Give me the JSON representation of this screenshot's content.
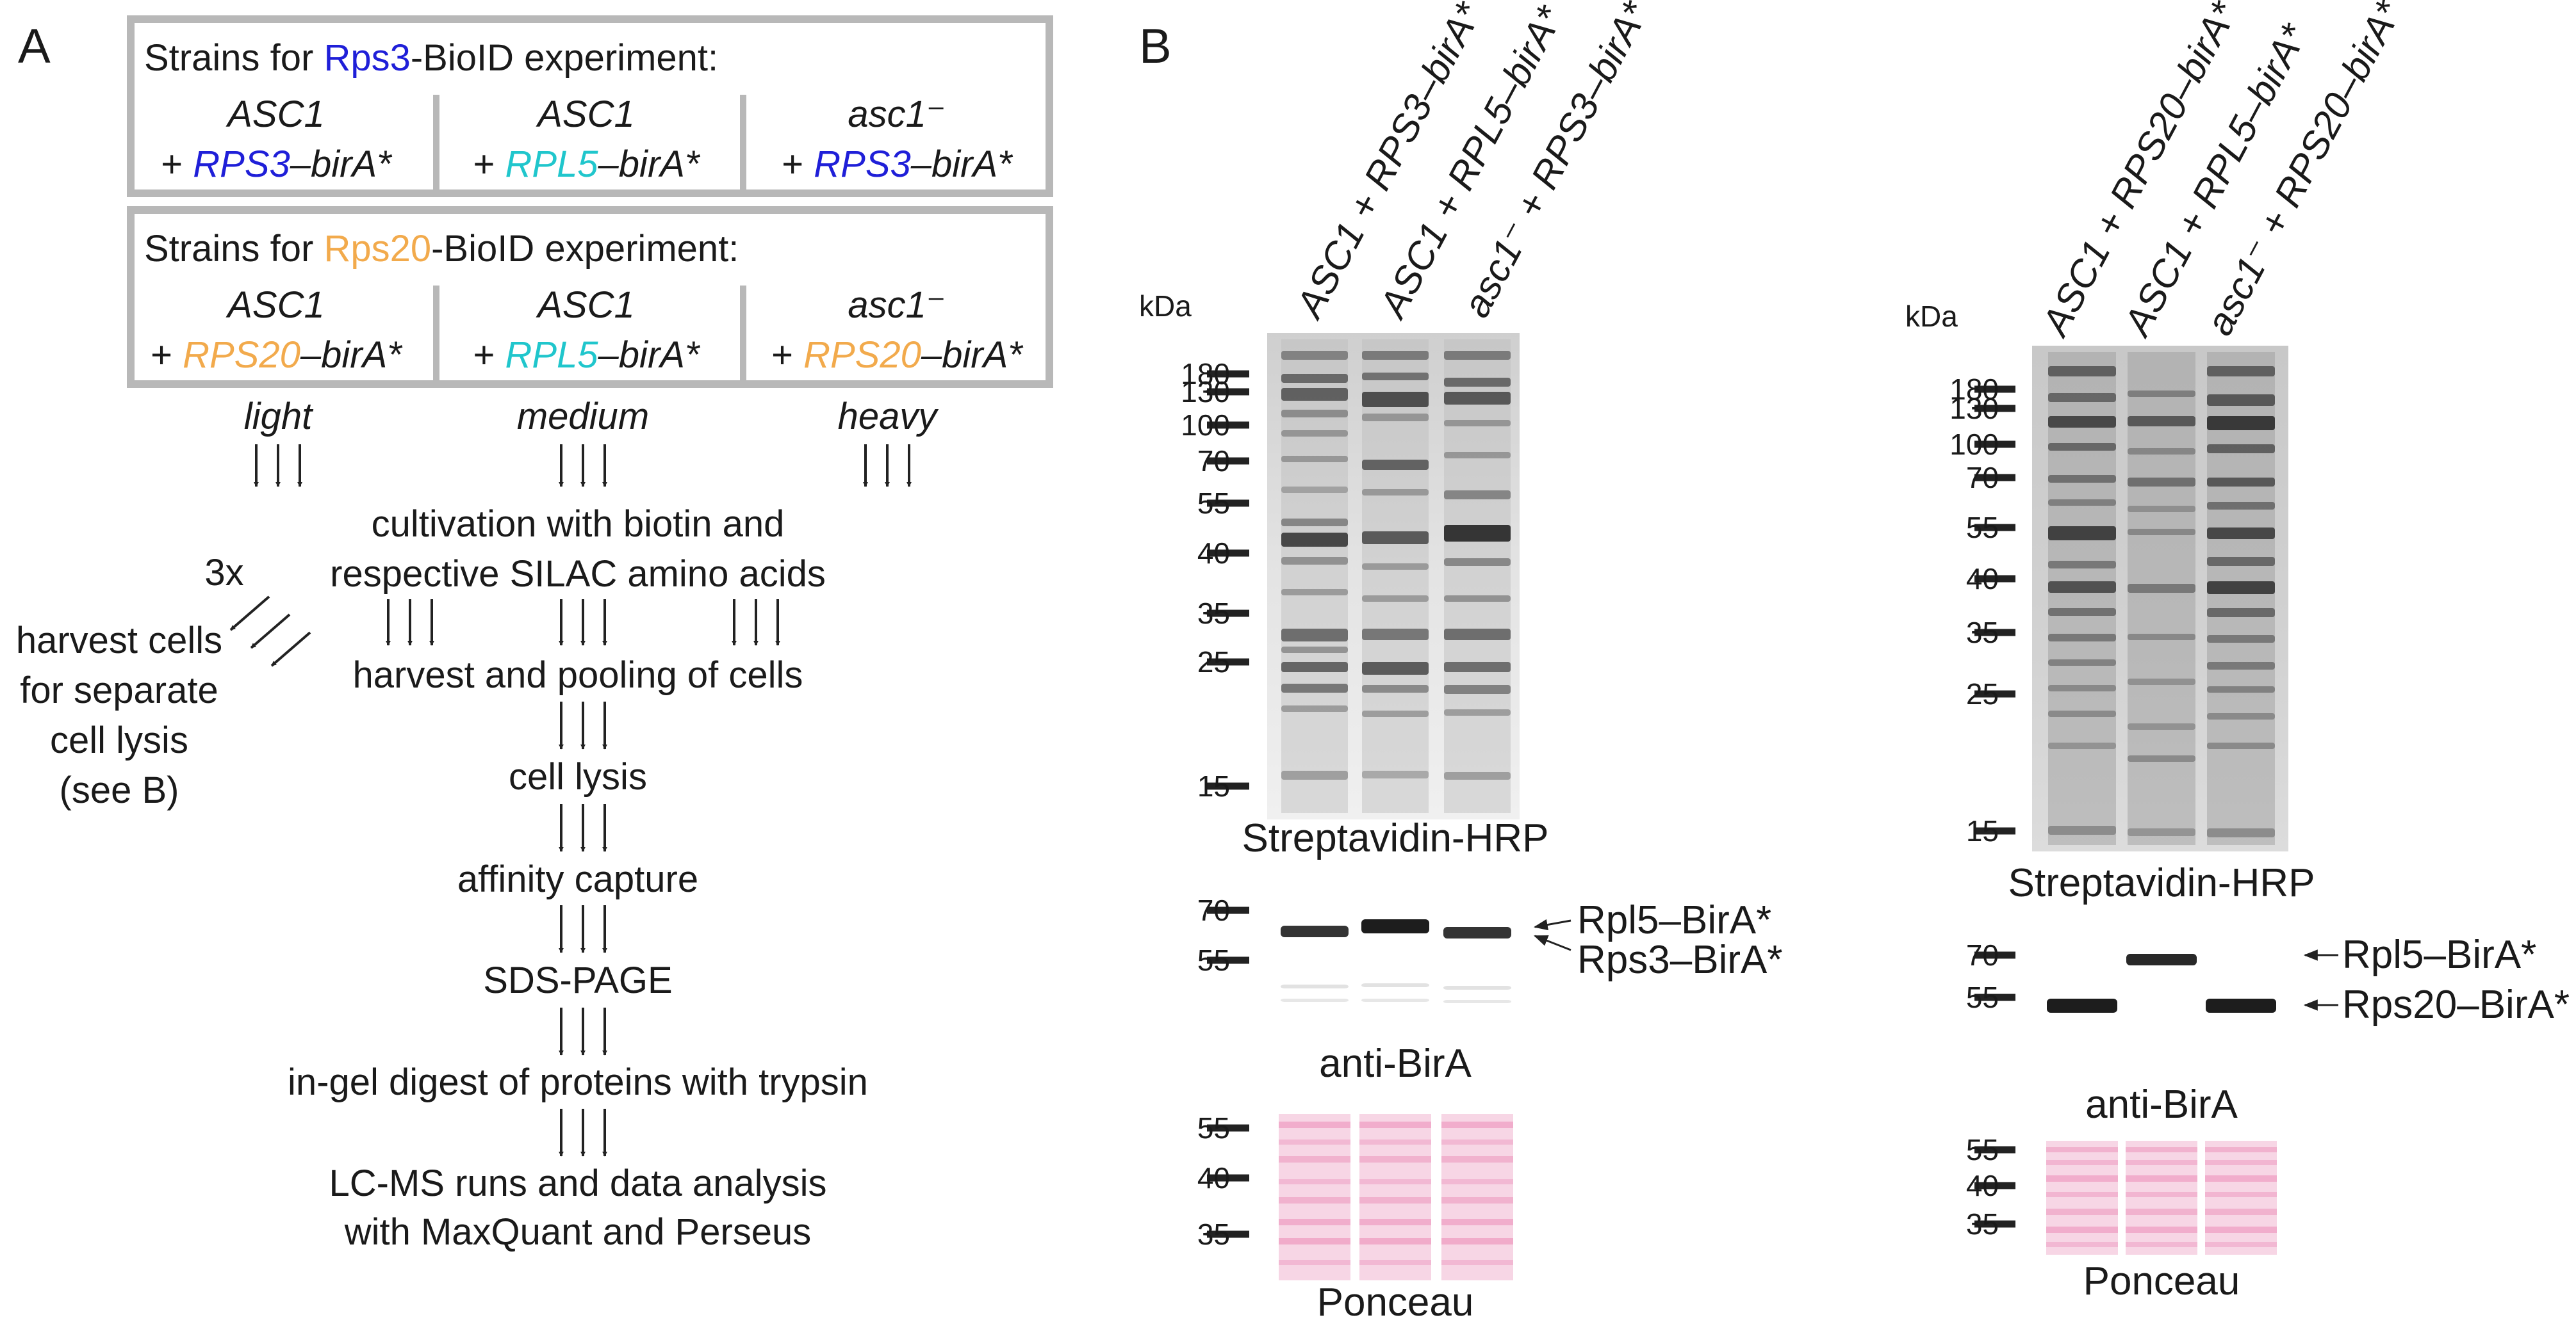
{
  "panel_a": {
    "label": "A",
    "box1": {
      "title_pre": "Strains for ",
      "title_protein": "Rps3",
      "title_post": "-BioID experiment:",
      "strains": [
        {
          "name": "ASC1",
          "plus": "+ ",
          "gene": "RPS3",
          "suffix": "–birA*",
          "gene_color": "#1f1fd8"
        },
        {
          "name": "ASC1",
          "plus": "+ ",
          "gene": "RPL5",
          "suffix": "–birA*",
          "gene_color": "#20c6cc"
        },
        {
          "name": "asc1⁻",
          "plus": "+ ",
          "gene": "RPS3",
          "suffix": "–birA*",
          "gene_color": "#1f1fd8"
        }
      ]
    },
    "box2": {
      "title_pre": "Strains for ",
      "title_protein": "Rps20",
      "title_post": "-BioID experiment:",
      "strains": [
        {
          "name": "ASC1",
          "plus": "+ ",
          "gene": "RPS20",
          "suffix": "–birA*",
          "gene_color": "#f2aa4c"
        },
        {
          "name": "ASC1",
          "plus": "+ ",
          "gene": "RPL5",
          "suffix": "–birA*",
          "gene_color": "#20c6cc"
        },
        {
          "name": "asc1⁻",
          "plus": "+ ",
          "gene": "RPS20",
          "suffix": "–birA*",
          "gene_color": "#f2aa4c"
        }
      ]
    },
    "labels": [
      "light",
      "medium",
      "heavy"
    ],
    "steps": [
      "cultivation with biotin and",
      "respective SILAC amino acids",
      "harvest and pooling of cells",
      "cell lysis",
      "affinity capture",
      "SDS-PAGE",
      "in-gel digest of proteins with trypsin",
      "LC-MS runs and data analysis",
      "with MaxQuant and Perseus"
    ],
    "side": {
      "count": "3x",
      "lines": [
        "harvest cells",
        "for separate",
        "cell lysis",
        "(see B)"
      ]
    }
  },
  "panel_b": {
    "label": "B",
    "left": {
      "lanes": [
        "ASC1 + RPS3–birA*",
        "ASC1 + RPL5–birA*",
        "asc1⁻ + RPS3–birA*"
      ],
      "kda": "kDa",
      "strep_markers": [
        "180",
        "130",
        "100",
        "70",
        "55",
        "40",
        "35",
        "25",
        "15"
      ],
      "strep_label": "Streptavidin-HRP",
      "birA_markers": [
        "70",
        "55"
      ],
      "birA_bands": [
        "Rpl5–BirA*",
        "Rps3–BirA*"
      ],
      "birA_label": "anti-BirA",
      "ponceau_markers": [
        "55",
        "40",
        "35"
      ],
      "ponceau_label": "Ponceau"
    },
    "right": {
      "lanes": [
        "ASC1 + RPS20–birA*",
        "ASC1 + RPL5–birA*",
        "asc1⁻ + RPS20–birA*"
      ],
      "kda": "kDa",
      "strep_markers": [
        "180",
        "130",
        "100",
        "70",
        "55",
        "40",
        "35",
        "25",
        "15"
      ],
      "strep_label": "Streptavidin-HRP",
      "birA_markers": [
        "70",
        "55"
      ],
      "birA_bands": [
        "Rpl5–BirA*",
        "Rps20–BirA*"
      ],
      "birA_label": "anti-BirA",
      "ponceau_markers": [
        "55",
        "40",
        "35"
      ],
      "ponceau_label": "Ponceau"
    }
  }
}
